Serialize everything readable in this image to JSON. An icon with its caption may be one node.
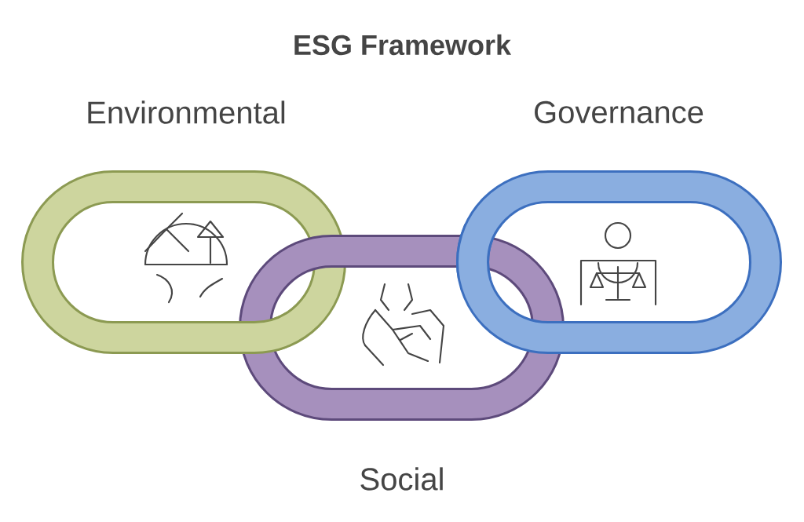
{
  "diagram": {
    "title": "ESG Framework",
    "nodes": [
      {
        "text": [
          "Environmental"
        ]
      },
      {
        "text": [
          "Social"
        ]
      },
      {
        "text": [
          "Governance"
        ]
      }
    ]
  }
}
